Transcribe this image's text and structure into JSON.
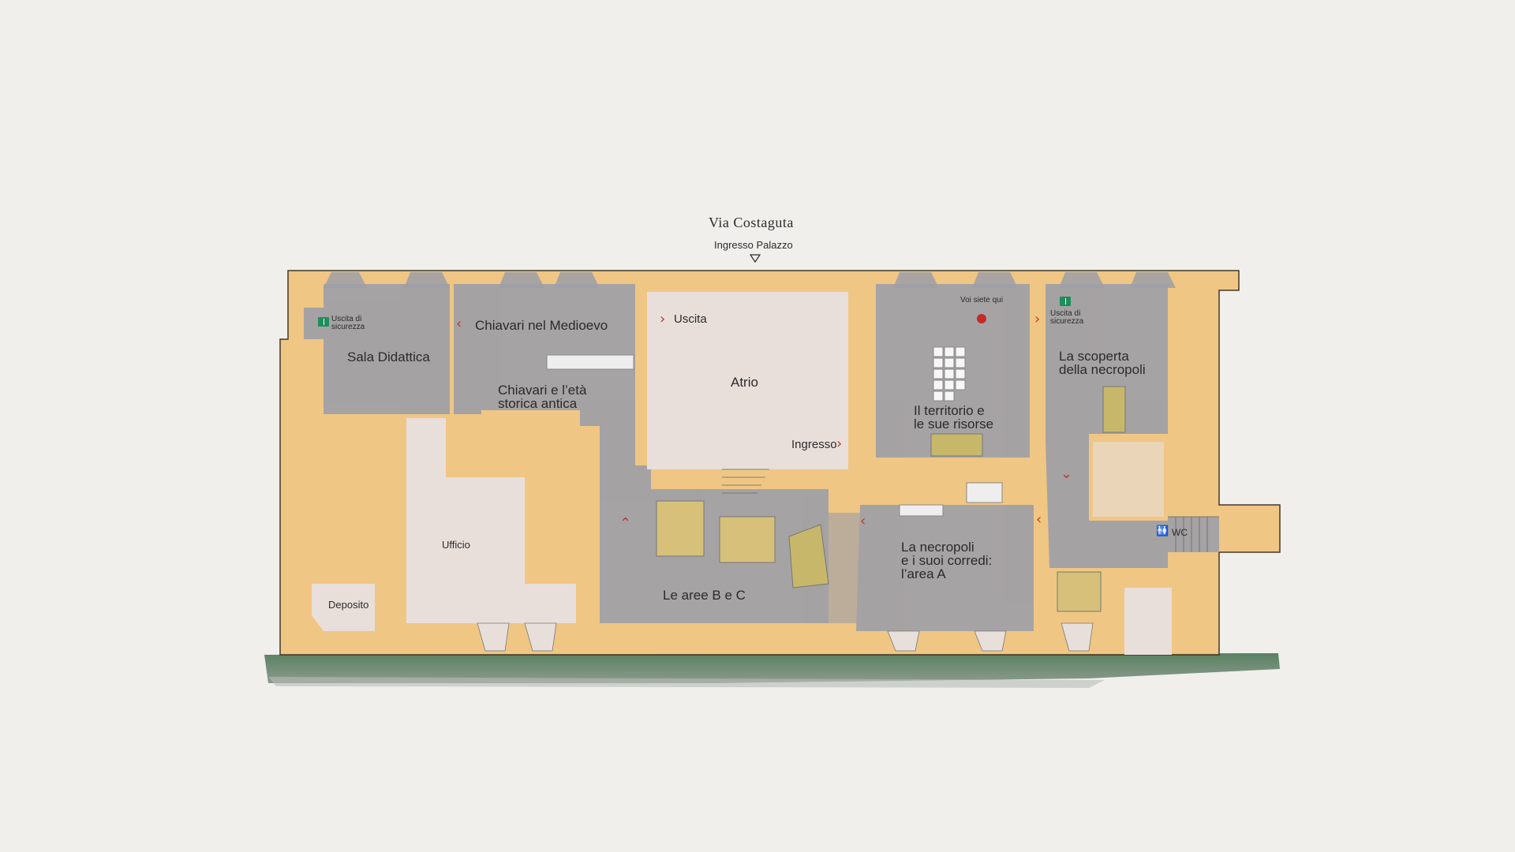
{
  "street": "Via Costaguta",
  "entrance": "Ingresso Palazzo",
  "rooms": {
    "sala_didattica": "Sala Didattica",
    "medioevo": "Chiavari nel Medioevo",
    "eta_antica": [
      "Chiavari e l’età",
      "storica antica"
    ],
    "atrio": "Atrio",
    "territorio": [
      "Il territorio e",
      "le sue risorse"
    ],
    "scoperta": [
      "La scoperta",
      "della necropoli"
    ],
    "necropoli_a": [
      "La necropoli",
      "e i suoi corredi:",
      "l’area A"
    ],
    "aree_bc": "Le aree B e C",
    "ufficio": "Ufficio",
    "deposito": "Deposito"
  },
  "labels": {
    "uscita": "Uscita",
    "ingresso": "Ingresso",
    "voi_siete_qui": "Voi siete qui",
    "uscita_sicurezza": [
      "Uscita di",
      "sicurezza"
    ],
    "wc": "WC"
  },
  "colors": {
    "wall": "#efc47f",
    "gray_room": "#9d9fa8",
    "light_room": "#e8dfdb",
    "ground": "#4f7a57",
    "arrow": "#c0392b",
    "exit_green": "#1e8e5a",
    "here_dot": "#c32a2a"
  },
  "icons": [
    "exit-icon",
    "wc-icon",
    "arrow-icon",
    "you-are-here-icon",
    "entrance-triangle-icon"
  ]
}
